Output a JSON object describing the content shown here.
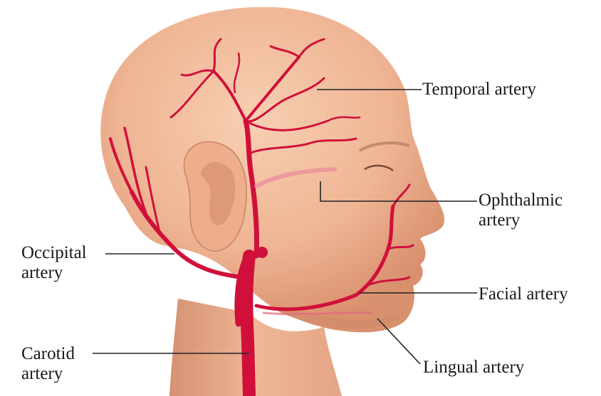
{
  "labels": {
    "temporal": [
      "Temporal artery"
    ],
    "ophthalmic": [
      "Ophthalmic",
      "artery"
    ],
    "facial": [
      "Facial artery"
    ],
    "lingual": [
      "Lingual artery"
    ],
    "occipital": [
      "Occipital",
      "artery"
    ],
    "carotid": [
      "Carotid",
      "artery"
    ]
  },
  "colors": {
    "artery": "#d0103a",
    "skin": "#f2b999",
    "skin_shadow": "#d48c6c",
    "leader": "#222222"
  }
}
